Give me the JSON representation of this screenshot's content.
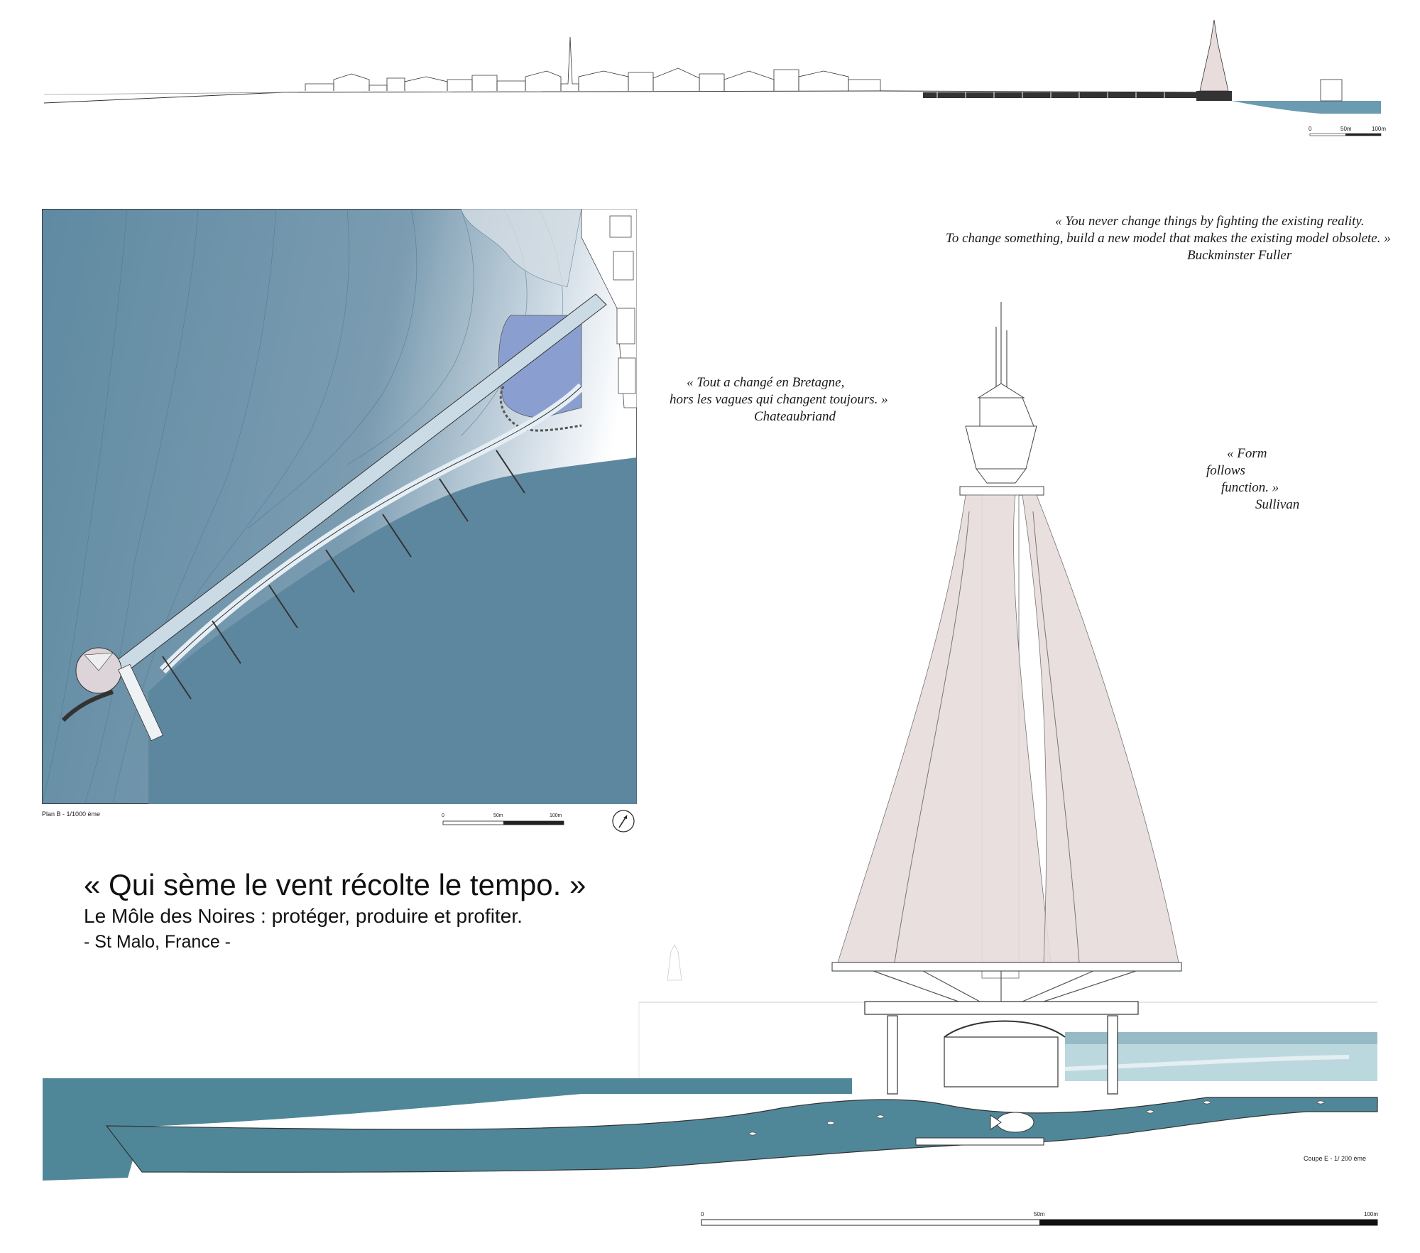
{
  "quotes": {
    "fuller": {
      "line1": "« You never change things by  fighting the existing reality.",
      "line2": "To change something, build a new model that makes the existing model obsolete. »",
      "author": "Buckminster Fuller"
    },
    "chateaubriand": {
      "line1": "« Tout a changé en Bretagne,",
      "line2": "hors les vagues qui changent toujours. »",
      "author": "Chateaubriand"
    },
    "sullivan": {
      "line1": "« Form",
      "line2": "follows",
      "line3": "function. »",
      "author": "Sullivan"
    }
  },
  "title": {
    "main": "« Qui sème le vent récolte le tempo. »",
    "subtitle": "Le Môle des Noires : protéger, produire et profiter.",
    "location": "- St Malo, France -"
  },
  "plan": {
    "label": "Plan B - 1/1000 ème",
    "scale_ticks": [
      "0",
      "50m",
      "100m"
    ]
  },
  "elevation": {
    "scale_ticks": [
      "0",
      "50m",
      "100m"
    ]
  },
  "section": {
    "label": "Coupe E -  1/ 200 ème",
    "scale_ticks": [
      "0",
      "50m",
      "100m"
    ]
  },
  "colors": {
    "sea_dark": "#5e88a0",
    "sea_light": "#7a9db2",
    "sail": "#e8dcdc",
    "water_section": "#4f8799"
  }
}
